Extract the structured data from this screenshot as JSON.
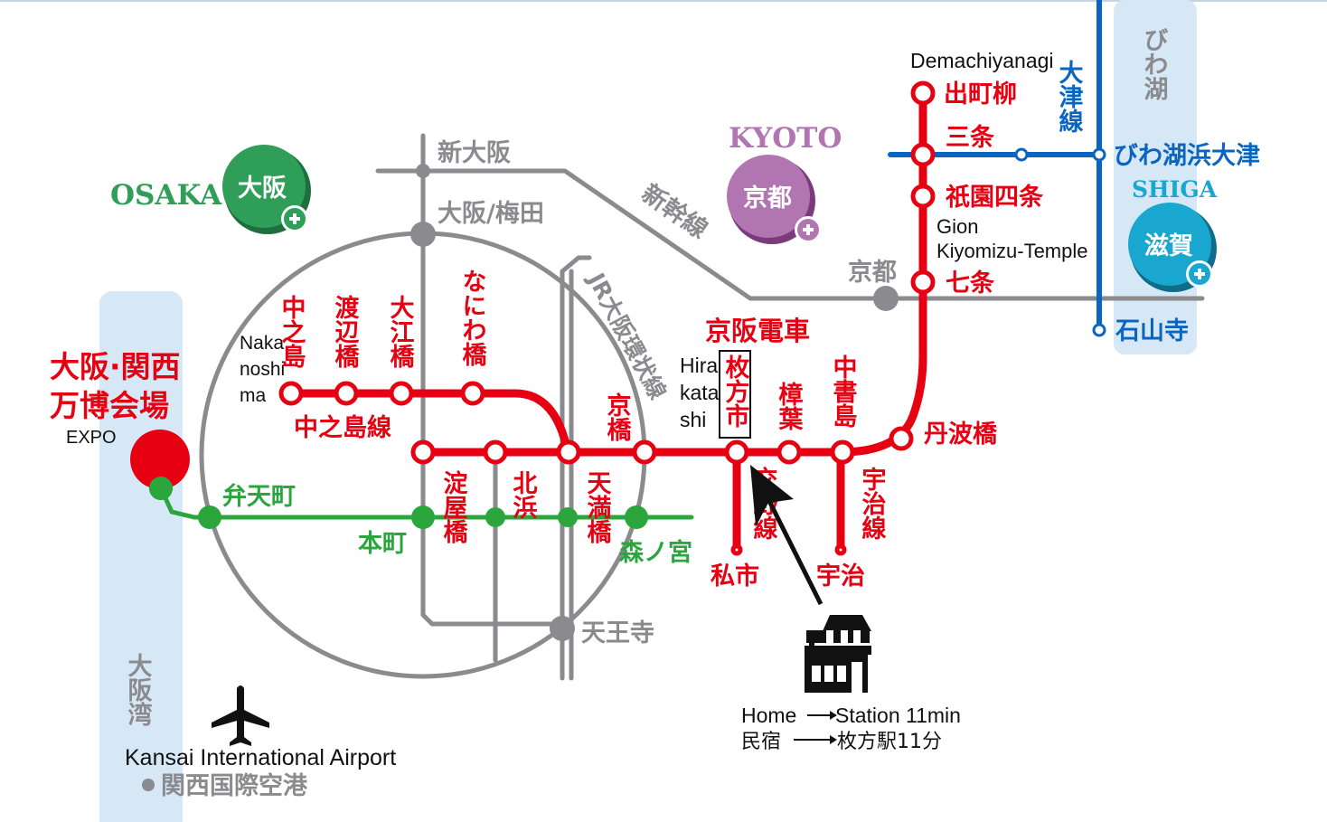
{
  "colors": {
    "keihan_red": "#e60012",
    "green_line": "#2aa63c",
    "jr_gray": "#8a8a8f",
    "biwako_blue": "#0a65c0",
    "water": "#d6e8f6",
    "osaka_green": "#2e9e58",
    "kyoto_purple": "#b176b1",
    "shiga_cyan": "#1aa7cf"
  },
  "icons": {
    "plus": "plus-circle-icon",
    "airplane": "airplane-icon",
    "home": "house-icon",
    "arrow": "arrow-icon"
  },
  "regions": {
    "osaka": {
      "en": "OSAKA",
      "jp": "大阪"
    },
    "kyoto": {
      "en": "KYOTO",
      "jp": "京都"
    },
    "shiga": {
      "en": "SHIGA",
      "jp": "滋賀"
    }
  },
  "water": {
    "osaka_bay": "大阪湾",
    "biwako": "びわ湖"
  },
  "jr": {
    "shin_osaka": "新大阪",
    "osaka_umeda": "大阪/梅田",
    "shinkansen": "新幹線",
    "kyoto": "京都",
    "loop_line": "JR大阪環状線",
    "tennoji": "天王寺"
  },
  "keihan": {
    "name": "京阪電車",
    "nakanoshima_line": "中之島線",
    "katano_line": "交野線",
    "uji_line": "宇治線"
  },
  "stations": {
    "nakanoshima": {
      "jp": "中之島",
      "en_1": "Naka",
      "en_2": "noshi",
      "en_3": "ma"
    },
    "watanabebashi": "渡辺橋",
    "oebashi": "大江橋",
    "naniwabashi": "なにわ橋",
    "yodoyabashi": "淀屋橋",
    "kitahama": "北浜",
    "temmabashi": "天満橋",
    "kyobashi": "京橋",
    "hirakatashi": {
      "jp": "枚方市",
      "en_1": "Hira",
      "en_2": "kata",
      "en_3": "shi"
    },
    "kuzuha": "樟葉",
    "chushojima": "中書島",
    "tambabashi": "丹波橋",
    "shichijo": "七条",
    "gion_shijo": {
      "jp": "祇園四条",
      "en_1": "Gion",
      "en_2": "Kiyomizu-Temple"
    },
    "sanjo": "三条",
    "demachiyanagi": {
      "jp": "出町柳",
      "en": "Demachiyanagi"
    },
    "kisaichi": "私市",
    "uji": "宇治"
  },
  "green_line": {
    "bentencho": "弁天町",
    "hommachi": "本町",
    "morinomiya": "森ノ宮"
  },
  "expo": {
    "jp_1": "大阪·関西",
    "jp_2": "万博会場",
    "en": "EXPO"
  },
  "airport": {
    "en": "Kansai International Airport",
    "jp": "関西国際空港"
  },
  "biwako_line": {
    "name": "大津線",
    "hama_otsu": "びわ湖浜大津",
    "ishiyamadera": "石山寺"
  },
  "home_note": {
    "en_from": "Home",
    "en_to": "Station 11min",
    "jp_from": "民宿",
    "jp_to": "枚方駅11分"
  }
}
